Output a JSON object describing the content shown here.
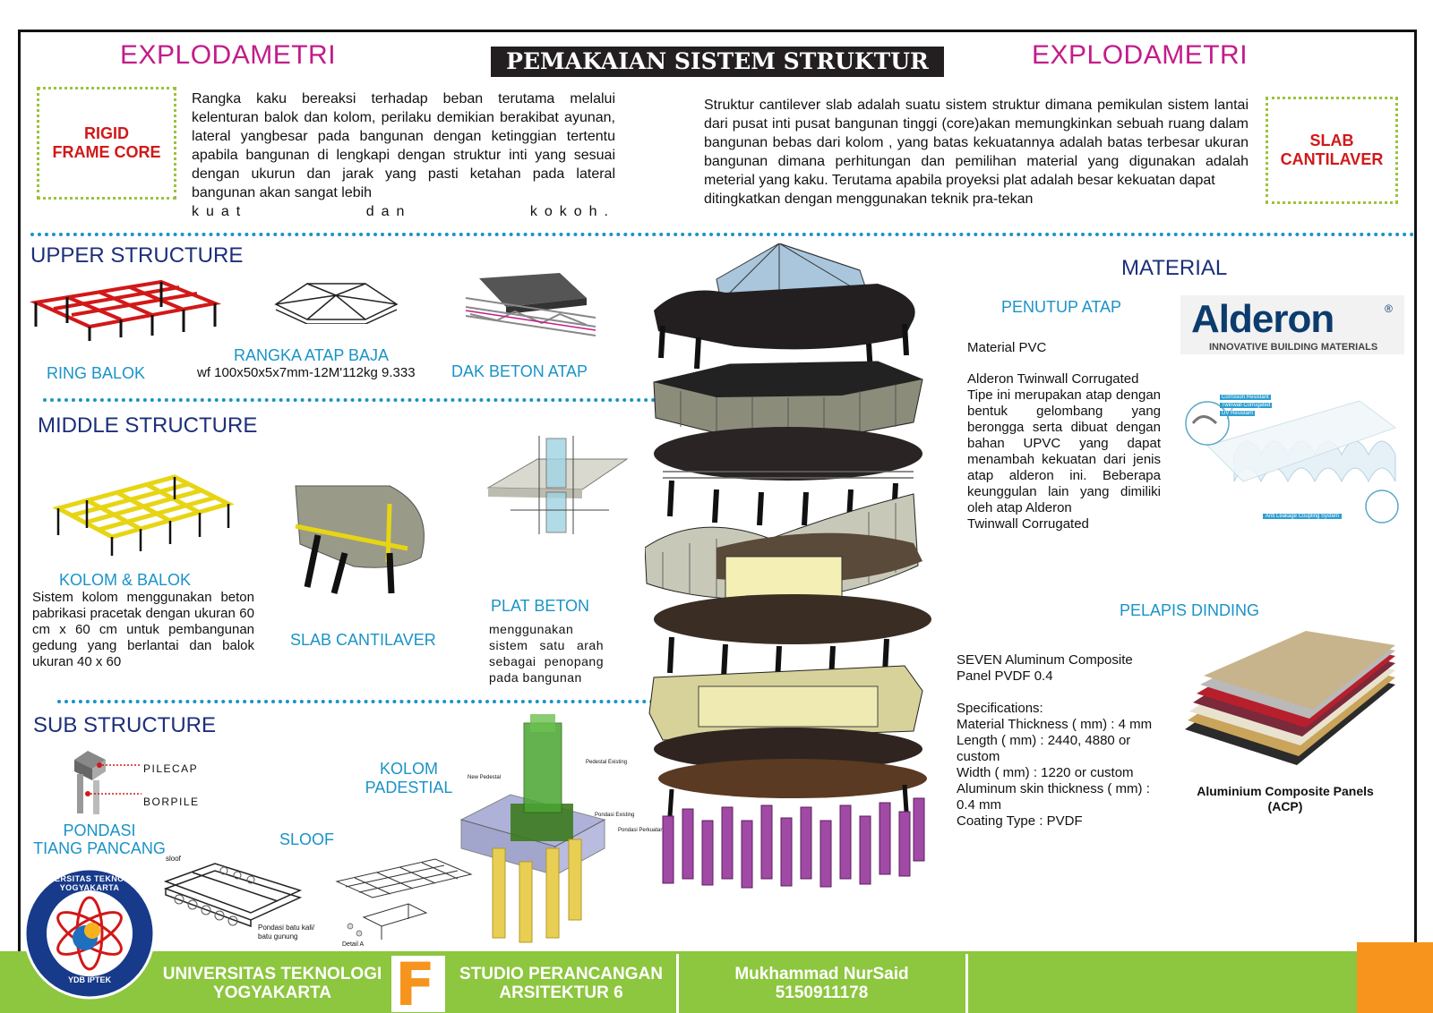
{
  "header": {
    "left_title": "EXPLODAMETRI",
    "right_title": "EXPLODAMETRI",
    "main_title": "PEMAKAIAN SISTEM STRUKTUR",
    "left_box": "RIGID\nFRAME CORE",
    "right_box": "SLAB\nCANTILAVER",
    "left_paragraph": "Rangka kaku bereaksi terhadap beban  terutama melalui kelenturan balok dan kolom, perilaku demikian berakibat ayunan, lateral yangbesar pada bangunan dengan ketinggian tertentu apabila bangunan di lengkapi dengan struktur inti yang sesuai dengan ukurun dan jarak yang pasti ketahan pada lateral bangunan akan sangat lebih",
    "left_paragraph_last": "kuat dan kokoh.",
    "right_paragraph": "Struktur cantilever slab adalah suatu sistem struktur dimana pemikulan sistem lantai dari pusat inti pusat bangunan tinggi (core)akan memungkinkan sebuah ruang dalam bangunan bebas dari kolom , yang batas kekuatannya adalah batas terbesar ukuran bangunan dimana perhitungan dan pemilihan material yang digunakan adalah meterial yang kaku. Terutama apabila proyeksi plat adalah besar kekuatan dapat",
    "right_paragraph_last": "ditingkatkan dengan menggunakan teknik pra-tekan"
  },
  "upper": {
    "title": "UPPER STRUCTURE",
    "ring_balok": "RING BALOK",
    "rangka_atap": "RANGKA ATAP BAJA",
    "rangka_spec": "wf 100x50x5x7mm-12M'112kg 9.333",
    "dak_beton": "DAK BETON ATAP"
  },
  "middle": {
    "title": "MIDDLE STRUCTURE",
    "kolom_balok": "KOLOM & BALOK",
    "kolom_desc": "Sistem kolom menggunakan beton pabrikasi pracetak dengan ukuran 60 cm x 60 cm untuk pembangunan gedung yang berlantai dan balok ukuran 40 x 60",
    "slab": "SLAB CANTILAVER",
    "plat": "PLAT BETON",
    "plat_desc": "menggunakan sistem satu arah sebagai penopang pada bangunan"
  },
  "sub": {
    "title": "SUB STRUCTURE",
    "pilecap": "PILECAP",
    "borpile": "BORPILE",
    "pondasi": "PONDASI\nTIANG PANCANG",
    "sloof": "SLOOF",
    "kolom_pad": "KOLOM\nPADESTIAL",
    "sloof_small": "sloof",
    "pondasi_batu": "Pondasi batu kali/ batu gunung",
    "detail_a": "Detail A",
    "pad_labels": [
      "Pedestal Existing",
      "New Pedestal",
      "Pondasi Existing",
      "Pondasi Perkuatan"
    ]
  },
  "material": {
    "title": "MATERIAL",
    "penutup": "PENUTUP ATAP",
    "brand": "Alderon",
    "brand_reg": "®",
    "brand_sub": "INNOVATIVE BUILDING MATERIALS",
    "roof_text1": "Material PVC",
    "roof_text2": "Alderon Twinwall Corrugated",
    "roof_desc": "Tipe ini merupakan atap dengan bentuk gelombang yang berongga serta dibuat dengan bahan UPVC yang dapat menambah kekuatan dari jenis atap alderon ini. Beberapa keunggulan lain yang dimiliki oleh atap Alderon",
    "roof_desc_last": "Twinwall Corrugated",
    "roof_callouts": [
      "Corrosion Resistant",
      "Twinwall Corrugated",
      "UV Resistant"
    ],
    "roof_callout_bottom": "Anti Leakage Coupling System",
    "pelapis": "PELAPIS DINDING",
    "acp_name": "SEVEN Aluminum Composite Panel PVDF 0.4",
    "specs_title": "Specifications:",
    "specs": [
      "Material Thickness ( mm) : 4 mm",
      "Length ( mm) : 2440, 4880 or custom",
      "Width ( mm) : 1220 or custom",
      "Aluminum skin thickness ( mm) : 0.4 mm",
      "Coating Type : PVDF"
    ],
    "acp_caption": "Aluminium Composite Panels\n(ACP)"
  },
  "footer": {
    "univ": "UNIVERSITAS TEKNOLOGI\nYOGYAKARTA",
    "logo_letter": "F",
    "studio": "STUDIO PERANCANGAN\nARSITEKTUR 6",
    "author": "Mukhammad NurSaid\n5150911178",
    "seal_text": "UNIVERSITAS TEKNOLOGI YOGYAKARTA",
    "seal_bottom": "YDB IPTEK"
  },
  "colors": {
    "magenta": "#c21c8a",
    "navy": "#1d2f7a",
    "cyan": "#1a93c7",
    "red": "#d21818",
    "green": "#8dc63f",
    "orange": "#f7941d"
  }
}
